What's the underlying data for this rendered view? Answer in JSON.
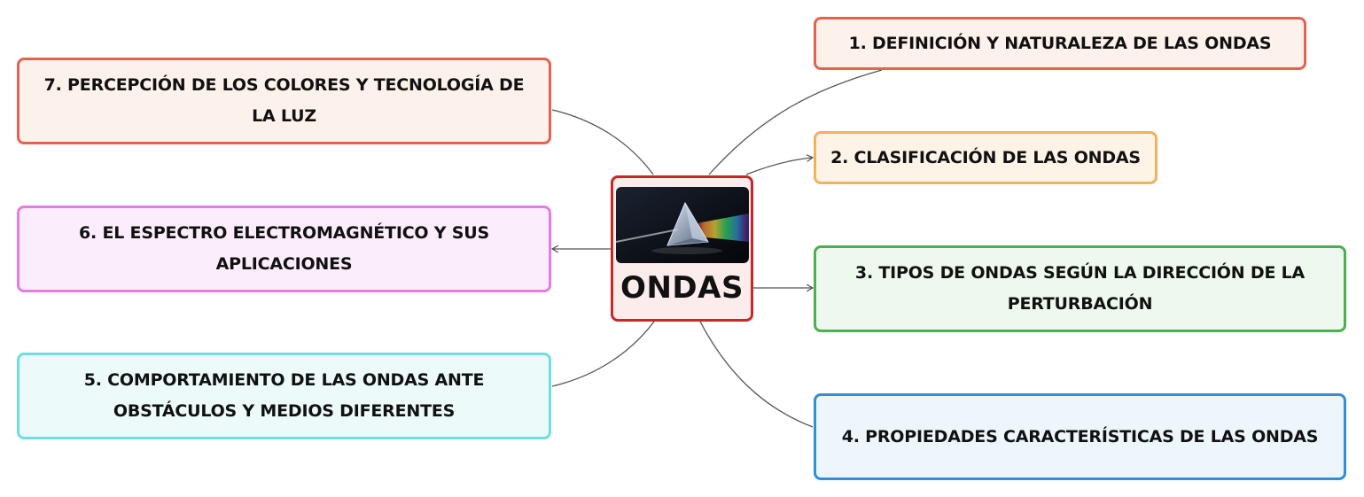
{
  "center": {
    "label": "ONDAS",
    "image_icon": "prism-light-icon",
    "border_color": "#c62828",
    "fill_color": "#fdecec"
  },
  "branches": [
    {
      "label": "1. DEFINICIÓN Y NATURALEZA DE LAS ONDAS",
      "border_color": "#e2634f",
      "fill_color": "#fdf1ec"
    },
    {
      "label": "2. CLASIFICACIÓN DE LAS ONDAS",
      "border_color": "#f3b15a",
      "fill_color": "#fdf4e7"
    },
    {
      "label": "3. TIPOS DE ONDAS SEGÚN LA DIRECCIÓN DE LA PERTURBACIÓN",
      "border_color": "#4caf50",
      "fill_color": "#eef8ee"
    },
    {
      "label": "4. PROPIEDADES CARACTERÍSTICAS DE LAS ONDAS",
      "border_color": "#2f8fd8",
      "fill_color": "#eef6fd"
    },
    {
      "label": "5. COMPORTAMIENTO DE LAS ONDAS ANTE OBSTÁCULOS Y MEDIOS DIFERENTES",
      "border_color": "#6fdede",
      "fill_color": "#edfafa"
    },
    {
      "label": "6. EL ESPECTRO ELECTROMAGNÉTICO Y SUS APLICACIONES",
      "border_color": "#e67ae6",
      "fill_color": "#fcedfc"
    },
    {
      "label": "7. PERCEPCIÓN DE LOS COLORES Y TECNOLOGÍA DE LA LUZ",
      "border_color": "#e2634f",
      "fill_color": "#fdf1ec"
    }
  ],
  "connector_color": "#555555"
}
